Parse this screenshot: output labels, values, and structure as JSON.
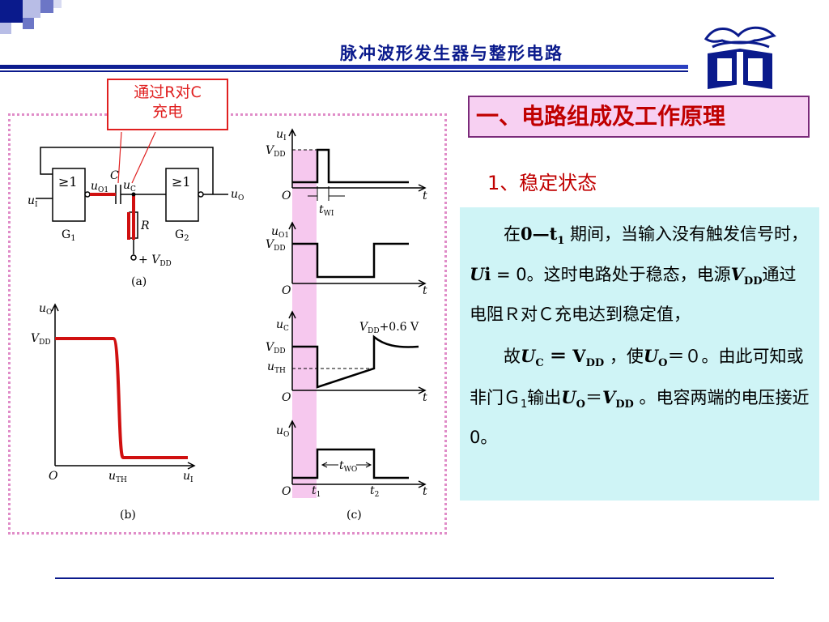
{
  "header": {
    "title": "脉冲波形发生器与整形电路"
  },
  "callout": {
    "line1": "通过R对C",
    "line2": "充电"
  },
  "section_heading": "一、电路组成及工作原理",
  "subheading": "1、稳定状态",
  "paragraph1": {
    "t1": "在",
    "t2": "0—t",
    "t3": "1",
    "t4": " 期间，当输入没有触发信号时，",
    "t5": "U",
    "t6": "i",
    "t7": " = 0。这时电路处于稳态，电源",
    "t8": "V",
    "t9": "DD",
    "t10": "通过电阻Ｒ对Ｃ充电达到稳定值，"
  },
  "paragraph2": {
    "t1": "故",
    "t2": "U",
    "t3": "C",
    "t4": " ＝ V",
    "t5": "DD",
    "t6": " ，使",
    "t7": "U",
    "t8": "O",
    "t9": "＝０。由此可知或非门Ｇ",
    "t10": "1",
    "t11": "输出",
    "t12": "U",
    "t13": "O",
    "t14": "＝",
    "t15": "V",
    "t16": "DD",
    "t17": " 。电容两端的电压接近0。"
  },
  "figure": {
    "gate_symbol": "≥1",
    "gate1_label": "G",
    "gate1_sub": "1",
    "gate2_label": "G",
    "gate2_sub": "2",
    "u": "u",
    "sub_I": "I",
    "sub_O": "O",
    "sub_O1": "O1",
    "sub_C": "C",
    "cap_label": "C",
    "res_label": "R",
    "vdd_plus": "+ ",
    "V": "V",
    "sub_DD": "DD",
    "sub_TH": "TH",
    "sub_WI": "WI",
    "sub_WO": "WO",
    "t": "t",
    "origin": "O",
    "t1": "t",
    "t1_sub": "1",
    "t2": "t",
    "t2_sub": "2",
    "vdd_plus06": "+0.6 V",
    "label_a": "(a)",
    "label_b": "(b)",
    "label_c": "(c)"
  },
  "colors": {
    "header_blue": "#0a1a8c",
    "heading_red": "#c00000",
    "highlight_red": "#e02020",
    "pink_highlight": "#f6c8ee",
    "textbox_bg": "#cff4f6"
  }
}
